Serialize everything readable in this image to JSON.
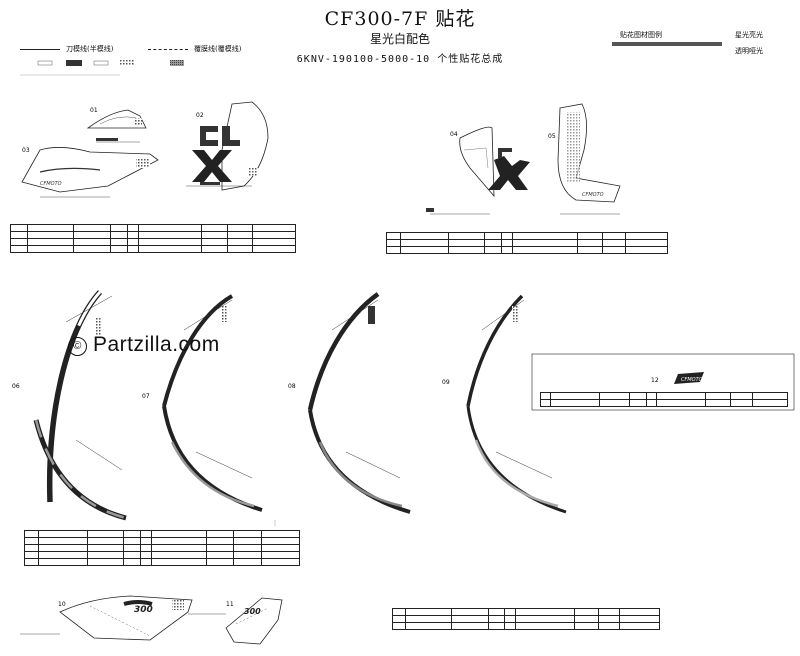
{
  "header": {
    "title": "CF300-7F 贴花",
    "subtitle": "星光白配色",
    "code": "6KNV-190100-5000-10 个性贴花总成"
  },
  "legend": {
    "solid_line_label": "刀模线(半模线)",
    "dashed_line_label": "覆膜线(覆模线)",
    "top_right_title": "贴花图材图例",
    "right_label_1": "星光亮光",
    "right_label_2": "透明哑光"
  },
  "parts": {
    "p01": "01",
    "p02": "02",
    "p03": "03",
    "p04": "04",
    "p05": "05",
    "p06": "06",
    "p07": "07",
    "p08": "08",
    "p09": "09",
    "p10": "10",
    "p11": "11",
    "p12": "12"
  },
  "watermark": {
    "symbol": "©",
    "text": "Partzilla.com"
  }
}
